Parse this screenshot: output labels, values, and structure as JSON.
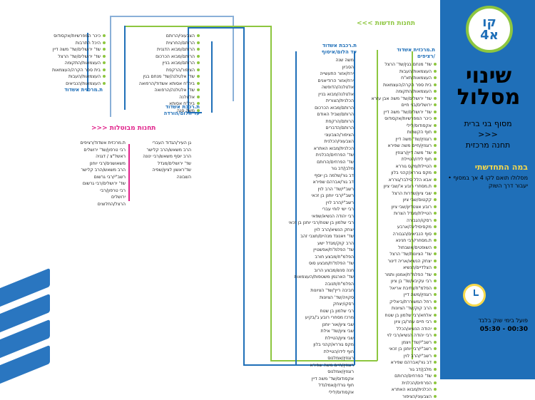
{
  "panel": {
    "route_line1": "קו",
    "route_line2": "4א",
    "title_line1": "שינוי",
    "title_line2": "מסלול",
    "subtitle_line1": "מסוף בני ברית",
    "subtitle_line2": ">>>",
    "subtitle_line3": "תחנה מרכזית",
    "notice_title": "במה התחדשתי",
    "notice_text": "• מסלולו תואם לקו 4 אך במסוף יעבור דרך השוק",
    "hours_label": "פועל בימי שוק בלבד",
    "hours_value": "05:30 - 00:30"
  },
  "sections": {
    "new_stations": "תחנות חדשות >>>",
    "cancelled_stations": "תחנות מבוטלות <<<"
  },
  "colors": {
    "blue": "#1f6fb8",
    "green": "#8dc63f",
    "magenta": "#e0218a",
    "light_blue": "#8ab0d8"
  },
  "column1": {
    "head1": "ת.מרכזית אשדוד",
    "head2": "/רציפים",
    "items": [
      "שד' מנחם בגין/שד' הרצל",
      "העצמאות/העבות",
      "העצמאות/תא\"ח",
      "בית ספר הקרה/העצמאות",
      "העצמאות/התקומה",
      "שד' ירושלים/שד' משה אבן עזרא",
      "ירושלים/בני חיים",
      "שד' ירושלים/שד' משה דיין",
      "כיכר המפרשיות/אקסודוס",
      "אקסודוס/לילי",
      "חוף הקשתות",
      "רוגוזין/שד' משה דיין",
      "רוגוזין/חיים משה שפירא",
      "שד' משה דיין/רוגוזין",
      "חוף לידו/הטיילת",
      "הטיילת/מקס גוררא",
      "מקס גוררא/קהני בלון",
      "אבא הלל סילבר/גוררא",
      "ת.מסחרי רובע א'/שבי ציון",
      "שבי ציון/שדרות הרצל",
      "קקטוס/שבי ציון",
      "רובע אצטדיון/שבי ציון",
      "הטיילת/מגדל הצרות",
      "רסקו/הגבורה",
      "מקסיםילינה/ארבע",
      "סוף הנביאים/הגבורה",
      "ת.מסחרי/רבי חנינא",
      "השופטים/אשבחול",
      "שד' הציונות/שד' הרצל",
      "יצחק הנשיא/אריה דינור",
      "הצלדיים/הנשיא",
      "שד' הפלמ\"ח/אמנון ותמר",
      "רבי עקיבא/שד' בן ציון",
      "הפלמ\"ח/נתיבת אריאל",
      "רוגוזין/משה דיין",
      "רחל המשוררת/ביאליק",
      "הרב קוק/שד' הציונות",
      "אלחא/רבי שלמון בן שטח",
      "רבי חיים עוזר/בן ציון",
      "יהודה הנשיא/הכלל",
      "רבי יהודה הנשיא/רבי לוי",
      "רשב\"י/שד' ויצמן",
      "רשב\"י/רבי יוחנן בן זכאי",
      "רשב\"י/הרב לוין",
      "דב גור/אברהם שפירא",
      "מלבן/דב גור",
      "שד' הפרחים/הרותם",
      "הפרחים/הכלנית",
      "הכלנית/מבוא האתרא",
      "הצבעוני/הציפור"
    ]
  },
  "column2": {
    "head1": "ת.רכבת אשדוד",
    "head2": "עד הלום/איסוף",
    "items": [
      "משה שנה",
      "הסביון",
      "ירח/אזור התעשייה",
      "ירח/אזור הרודיאנים",
      "אלטלנה/הדופשה",
      "אלטלנה/מבוא בניין",
      "הכלנית/הצורית",
      "הרותם/מבוא הכרכום",
      "הרותם/שביל האודם",
      "הרותם/הרקפת",
      "הרותם/הדברים",
      "הציפור/הצבעוני",
      "הצבעוני/הכלנית",
      "הכלנית/מבוא האתרא",
      "שד' הפרחים/הכלנית",
      "שד' הפרחים/הרותם",
      "מלבן/דב גור",
      "דב גור/שלמה בן יוסף",
      "דב גור/אברהם שפירא",
      "רשב\"י/שד' הרב לוין",
      "רשב\"י/רבי יוחנן בן זכאי",
      "רשב\"י/הרב לוין",
      "רבי ישי לוחי עברי",
      "רבי יהודה הנשיא/שפאי",
      "רבי שלמון בן שטח/רבי יוחנן בן זכאי",
      "יצחק הנשיא/הרב לוין",
      "שד' ויאנונד מנהיים/חצבי זהב",
      "הרב קוק/מגדל ישע",
      "שד' הפלמ\"ח/אפשטיין",
      "הפלמ\"ח/מבצע חורב",
      "שד' הפלמ\"ח/מבצע סוס",
      "חנה סנש/מבצע הרוב",
      "שד' הארגמן משטפות/העצמאות",
      "הפלמ\"ח/תנובה",
      "חביבה רייך/שד' הציונות",
      "סקויה/שד' הציונות",
      "רסקו/יצחק",
      "רבי שלמון בן שטח",
      "מרכז מסחרי רובע ג'/בקיע",
      "שבי ציון/אור יוחנן",
      "שבי ציון/שד' אילת",
      "שבי ציון/הטיילת",
      "מקס גוררא/קהני בלון",
      "חוף לידו/הטיילת",
      "רוגוזין/אמלנוס",
      "רוגוזין/חיים משה שפירא",
      "רוגוזין/אמלנוס",
      "אקסודוס/שד' משה דיין",
      "חוף גורדון/אמלגדל",
      "אקסודוס/לילי"
    ]
  },
  "column3": {
    "head1": "ת.רכבת אשדוד",
    "head2": "עד הלום/הורדה",
    "items": [
      "הצבעוני/הרותם",
      "הרותם/החרצית",
      "הרותם/מבוא הדגנית",
      "הרותם/מבוא הכרכום",
      "הרותם/מבוא בניין",
      "הציפור/הרקפת",
      "שד' אלטלנה/שד' מנחם בגין",
      "ביה\"ח אסותא אשדוד/הרפואה",
      "שד' אלטלנה/הרפואה",
      "אלטלנה",
      "ביה\"ח אסותא",
      "משה סנה"
    ]
  },
  "column4": {
    "head1": "ת.מרכזית אשדוד",
    "items": [
      "כיכר המפרשיות/אקסודוס",
      "היכל התרבות",
      "שד' ירושלים/שד' משה דיין",
      "שד' ירושלים/שד' הרצל",
      "העצמאות/התקומה",
      "בית ספר הקרה/העצמאות",
      "העצמאות/העבות",
      "העצמאות/הנביאים"
    ]
  },
  "cancelled": {
    "items": [
      "ת.מרכזית אשדוד/רציפים",
      "רבי טרפון/שד' ירושלים",
      "ראשל\"צ / דגניה",
      "משאושנים/רבי יוחנן",
      "הרב משאש/הרב קלישר",
      "רשב\"י/רבי גרשום",
      "שד' ירושלים/רבי גרשום",
      "רבי טרפון/רבי",
      "ירושלים",
      "הרצל/החלוצים"
    ],
    "items_right": [
      "גן העיר/הגדוד העברי",
      "הרב משאש/הרב קלישר",
      "הרב יוסף משאש/רבי ינונה",
      "שד' ירושלים/מגדל",
      "שד'ראשון לציון/שפיה",
      "השבונה"
    ]
  }
}
